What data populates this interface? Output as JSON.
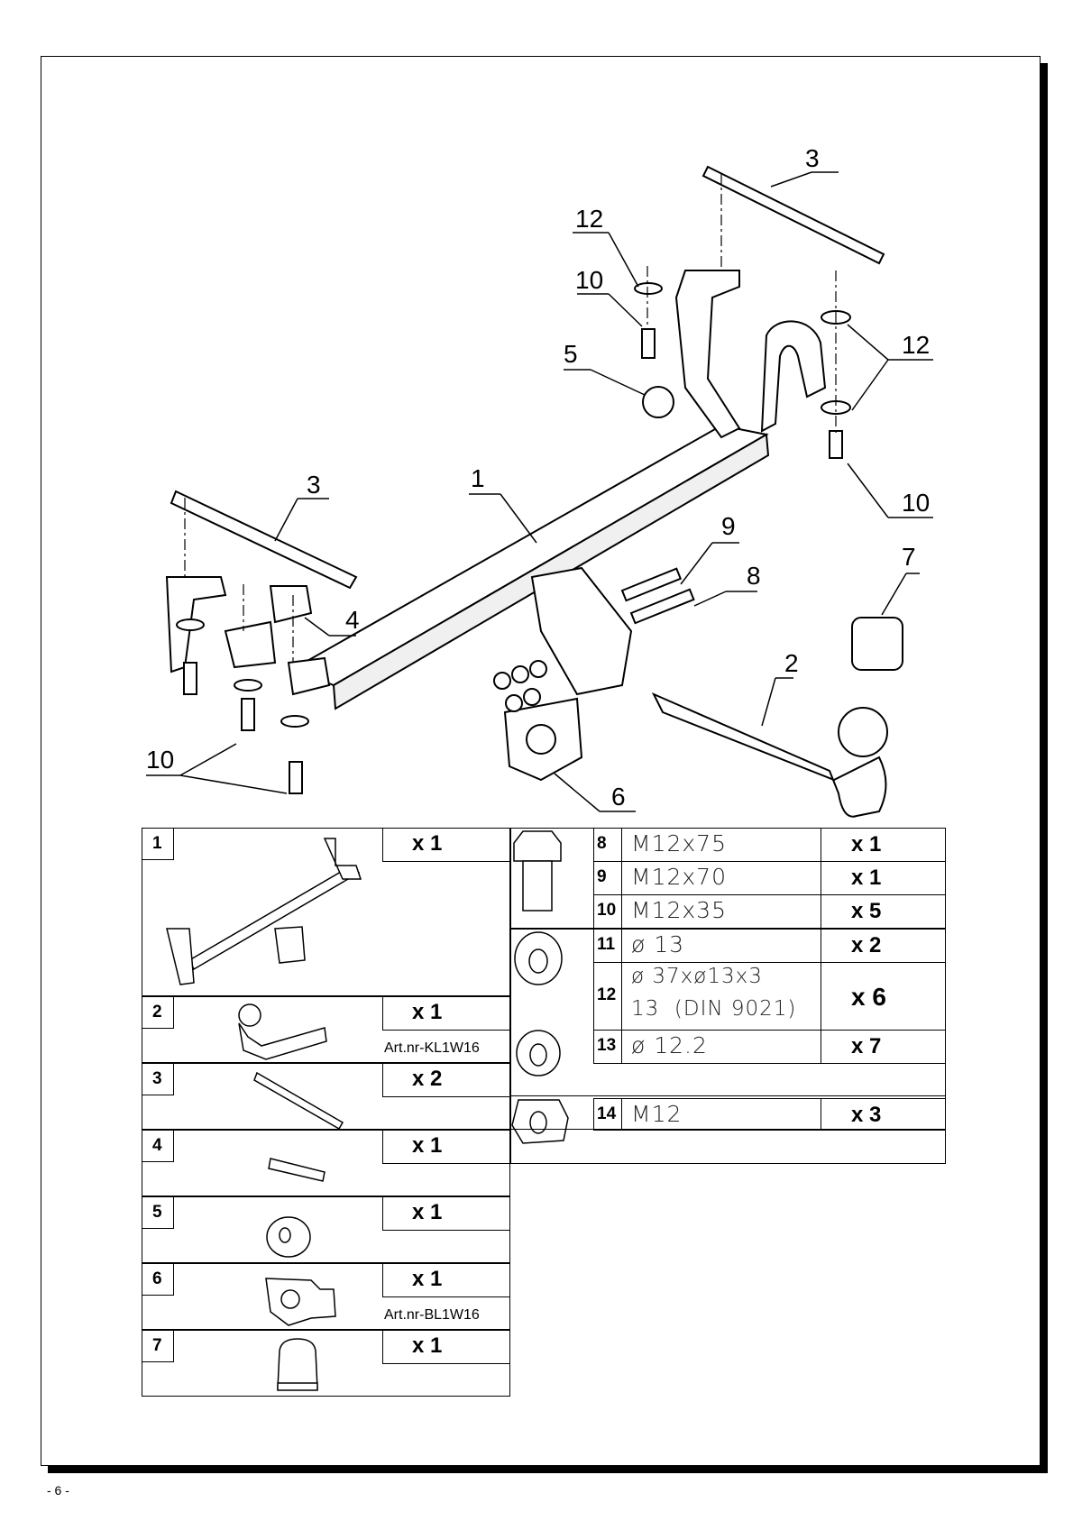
{
  "page_number": "- 6 -",
  "callouts": [
    "3",
    "12",
    "10",
    "12",
    "5",
    "3",
    "1",
    "10",
    "9",
    "8",
    "7",
    "4",
    "2",
    "10",
    "6"
  ],
  "parts": [
    {
      "no": "1",
      "qty": "x 1"
    },
    {
      "no": "2",
      "qty": "x 1",
      "art": "Art.nr-KL1W16"
    },
    {
      "no": "3",
      "qty": "x 2"
    },
    {
      "no": "4",
      "qty": "x 1"
    },
    {
      "no": "5",
      "qty": "x 1"
    },
    {
      "no": "6",
      "qty": "x 1",
      "art": "Art.nr-BL1W16"
    },
    {
      "no": "7",
      "qty": "x 1"
    }
  ],
  "hardware": [
    {
      "no": "8",
      "spec": "M12x75",
      "qty": "x 1"
    },
    {
      "no": "9",
      "spec": "M12x70",
      "qty": "x 1"
    },
    {
      "no": "10",
      "spec": "M12x35",
      "qty": "x 5"
    },
    {
      "no": "11",
      "spec": "ø 13",
      "qty": "x 2"
    },
    {
      "no": "12",
      "spec": "ø 37xø13x3",
      "spec2": "13  (DIN 9021)",
      "qty": "x 6"
    },
    {
      "no": "13",
      "spec": "ø 12.2",
      "qty": "x 7"
    },
    {
      "no": "14",
      "spec": "M12",
      "qty": "x 3"
    }
  ]
}
